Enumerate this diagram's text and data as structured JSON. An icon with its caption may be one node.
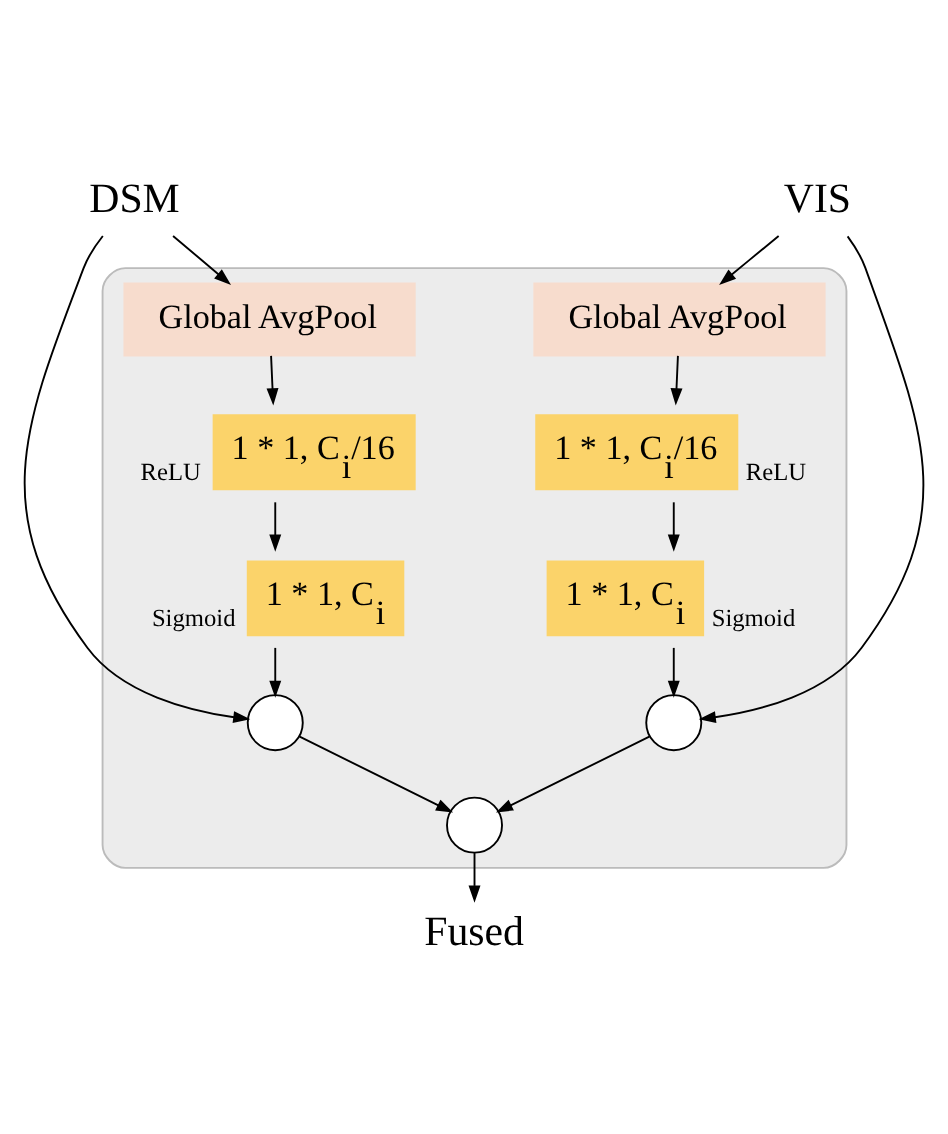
{
  "diagram": {
    "nodes": [
      {
        "text": [
          "DSM"
        ]
      },
      {
        "text": [
          "VIS"
        ]
      },
      {
        "text": [],
        "shape": "box"
      },
      {
        "text": [
          "Global AvgPool"
        ],
        "in": 2
      },
      {
        "text": [
          "Global AvgPool"
        ],
        "in": 2
      },
      {
        "text": [
          "1 * 1, C$_{i}$/16"
        ],
        "beside": [
          "ReLU"
        ],
        "in": 2
      },
      {
        "text": [
          "1 * 1, C$_{i}$/16"
        ],
        "beside": [
          "ReLU"
        ],
        "in": 2
      },
      {
        "text": [
          "1 * 1, C$_{i}$"
        ],
        "beside": [
          "Sigmoid"
        ],
        "in": 2
      },
      {
        "text": [
          "1 * 1, C$_{i}$"
        ],
        "beside": [
          "Sigmoid"
        ],
        "in": 2
      },
      {
        "text": [],
        "shape": "circle",
        "in": 2
      },
      {
        "text": [],
        "shape": "circle",
        "in": 2
      },
      {
        "text": [],
        "shape": "circle",
        "in": 2
      },
      {
        "text": [
          "Fused"
        ]
      }
    ],
    "edges": [
      {
        "from": 0,
        "to": 3,
        "arrow": "to"
      },
      {
        "from": 1,
        "to": 4,
        "arrow": "to"
      },
      {
        "from": 3,
        "to": 5,
        "arrow": "to"
      },
      {
        "from": 4,
        "to": 6,
        "arrow": "to"
      },
      {
        "from": 5,
        "to": 7,
        "arrow": "to"
      },
      {
        "from": 6,
        "to": 8,
        "arrow": "to"
      },
      {
        "from": 7,
        "to": 9,
        "arrow": "to"
      },
      {
        "from": 0,
        "to": 9,
        "arrow": "to"
      },
      {
        "from": 8,
        "to": 10,
        "arrow": "to"
      },
      {
        "from": 1,
        "to": 10,
        "arrow": "to"
      },
      {
        "from": 9,
        "to": 11,
        "arrow": "to"
      },
      {
        "from": 10,
        "to": 11,
        "arrow": "to"
      },
      {
        "from": 11,
        "to": 12,
        "arrow": "to"
      }
    ]
  }
}
